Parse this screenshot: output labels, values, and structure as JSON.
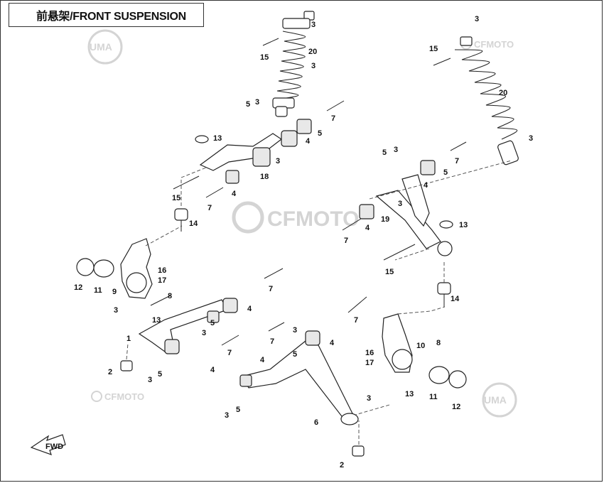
{
  "title": "前悬架/FRONT SUSPENSION",
  "watermarks": {
    "cfmoto_center": "CFMOTO",
    "cfmoto_top_right": "CFMOTO",
    "cfmoto_bottom_left": "CFMOTO",
    "uma_top_left": "UMA",
    "uma_bottom_right": "UMA"
  },
  "fwd_label": "FWD",
  "callouts": [
    "1",
    "2",
    "3",
    "4",
    "5",
    "6",
    "7",
    "8",
    "9",
    "10",
    "11",
    "12",
    "13",
    "14",
    "15",
    "16",
    "17",
    "18",
    "19",
    "20"
  ]
}
